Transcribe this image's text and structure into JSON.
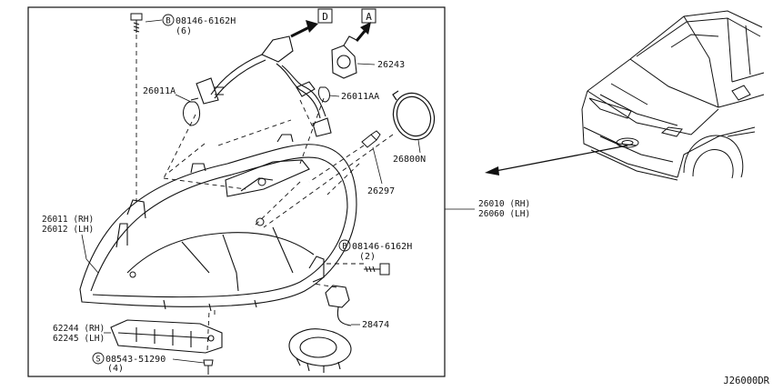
{
  "callouts": {
    "bolt_top_num": "08146-6162H",
    "bolt_top_qty": "(6)",
    "bolt_mid_num": "08146-6162H",
    "bolt_mid_qty": "(2)",
    "screw_num": "08543-51290",
    "screw_qty": "(4)",
    "circle_b": "B",
    "circle_s": "S"
  },
  "parts": {
    "p26243": "26243",
    "p26011a": "26011A",
    "p26011aa": "26011AA",
    "p26800n": "26800N",
    "p26297": "26297",
    "p26011_rh": "26011 (RH)",
    "p26012_lh": "26012 (LH)",
    "p26010_rh": "26010 (RH)",
    "p26060_lh": "26060 (LH)",
    "p62244_rh": "62244 (RH)",
    "p62245_lh": "62245 (LH)",
    "p28474": "28474"
  },
  "ref_boxes": {
    "d": "D",
    "a": "A"
  },
  "diagram_code": "J26000DR"
}
